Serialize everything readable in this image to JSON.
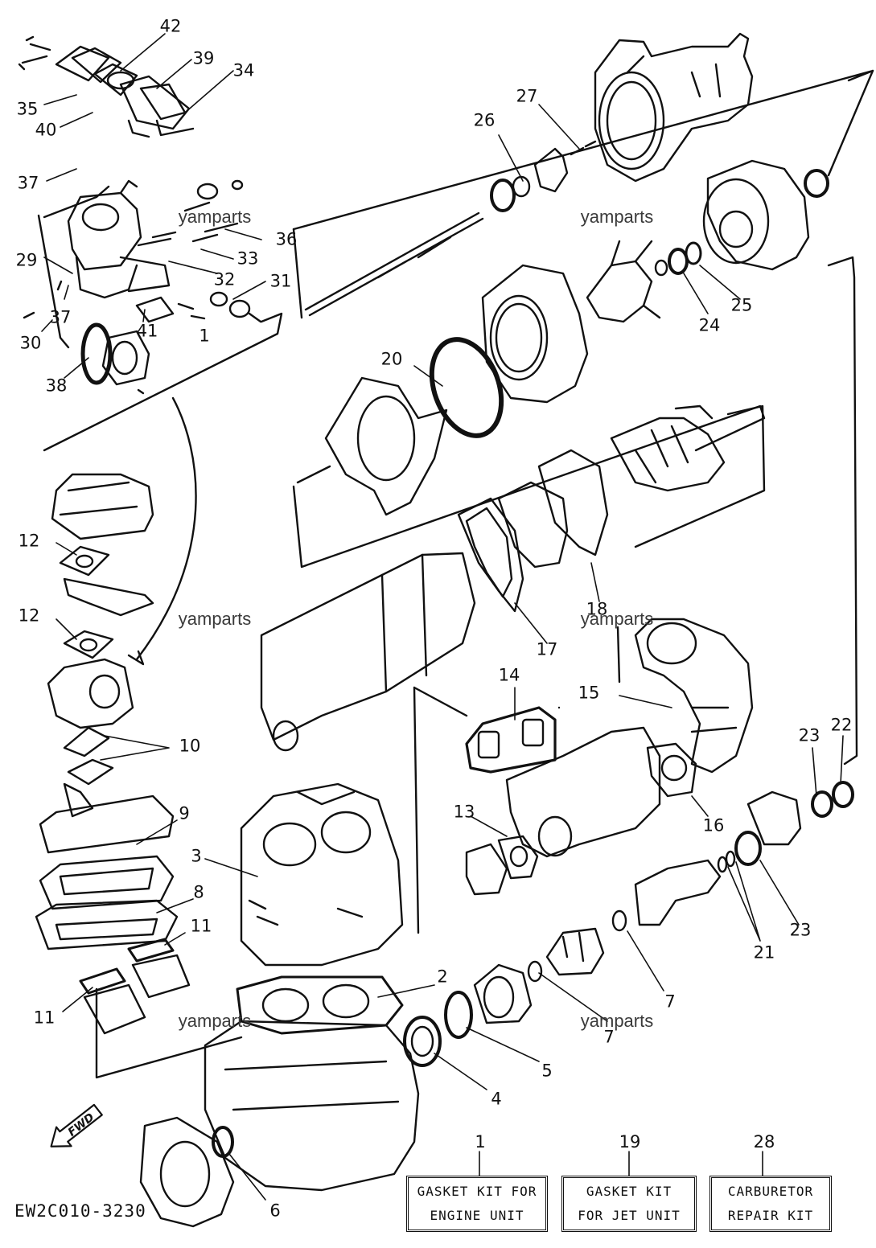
{
  "diagram": {
    "figure_code": "EW2C010-3230",
    "fwd_label": "FWD",
    "watermark": "yamparts",
    "callouts": {
      "c42": "42",
      "c39": "39",
      "c34": "34",
      "c35": "35",
      "c40": "40",
      "c37a": "37",
      "c36": "36",
      "c33": "33",
      "c29": "29",
      "c32": "32",
      "c31": "31",
      "c37b": "37",
      "c30": "30",
      "c41": "41",
      "c1a": "1",
      "c38": "38",
      "c27": "27",
      "c26": "26",
      "c20": "20",
      "c24": "24",
      "c25": "25",
      "c12a": "12",
      "c12b": "12",
      "c17": "17",
      "c18": "18",
      "c14": "14",
      "c15": "15",
      "c10": "10",
      "c9": "9",
      "c3": "3",
      "c8": "8",
      "c11a": "11",
      "c11b": "11",
      "c13": "13",
      "c16": "16",
      "c23a": "23",
      "c22": "22",
      "c23b": "23",
      "c21": "21",
      "c7a": "7",
      "c7b": "7",
      "c2": "2",
      "c5": "5",
      "c4": "4",
      "c6": "6"
    },
    "kits": [
      {
        "number": "1",
        "line1": "GASKET KIT FOR",
        "line2": "ENGINE UNIT"
      },
      {
        "number": "19",
        "line1": "GASKET KIT",
        "line2": "FOR JET UNIT"
      },
      {
        "number": "28",
        "line1": "CARBURETOR",
        "line2": "REPAIR KIT"
      }
    ]
  }
}
